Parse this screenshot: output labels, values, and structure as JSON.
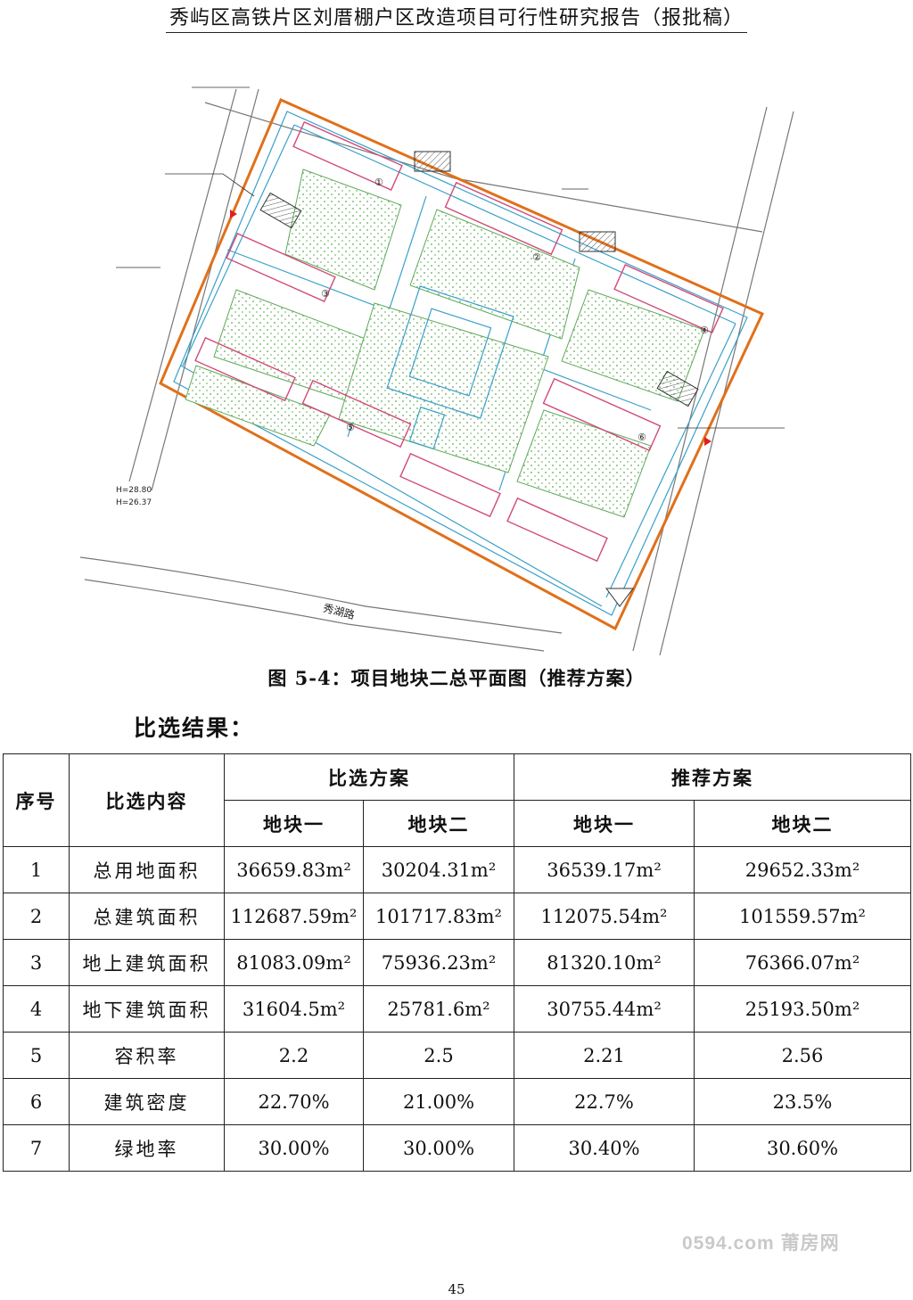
{
  "header": {
    "title": "秀屿区高铁片区刘厝棚户区改造项目可行性研究报告（报批稿）"
  },
  "figure": {
    "caption": "图 5-4：项目地块二总平面图（推荐方案）",
    "labels": {
      "road": "秀湖路",
      "elev_1": "H=28.80",
      "elev_2": "H=26.37",
      "bldg_1": "①",
      "bldg_2": "②",
      "bldg_3": "③",
      "bldg_4": "④",
      "bldg_5": "⑤",
      "bldg_6": "⑥"
    },
    "colors": {
      "red_line": "#e0701a",
      "green_space": "#5fa85a",
      "buildings": "#d14a7a",
      "roads": "#39a0c8"
    }
  },
  "section_title": "比选结果：",
  "table": {
    "col_seq": "序号",
    "col_item": "比选内容",
    "group_compare": "比选方案",
    "group_recommend": "推荐方案",
    "sub_1": "地块一",
    "sub_2": "地块二",
    "sub_3": "地块一",
    "sub_4": "地块二",
    "rows": [
      {
        "no": "1",
        "item": "总用地面积",
        "a": "36659.83m²",
        "b": "30204.31m²",
        "c": "36539.17m²",
        "d": "29652.33m²"
      },
      {
        "no": "2",
        "item": "总建筑面积",
        "a": "112687.59m²",
        "b": "101717.83m²",
        "c": "112075.54m²",
        "d": "101559.57m²"
      },
      {
        "no": "3",
        "item": "地上建筑面积",
        "a": "81083.09m²",
        "b": "75936.23m²",
        "c": "81320.10m²",
        "d": "76366.07m²"
      },
      {
        "no": "4",
        "item": "地下建筑面积",
        "a": "31604.5m²",
        "b": "25781.6m²",
        "c": "30755.44m²",
        "d": "25193.50m²"
      },
      {
        "no": "5",
        "item": "容积率",
        "a": "2.2",
        "b": "2.5",
        "c": "2.21",
        "d": "2.56"
      },
      {
        "no": "6",
        "item": "建筑密度",
        "a": "22.70%",
        "b": "21.00%",
        "c": "22.7%",
        "d": "23.5%"
      },
      {
        "no": "7",
        "item": "绿地率",
        "a": "30.00%",
        "b": "30.00%",
        "c": "30.40%",
        "d": "30.60%"
      }
    ]
  },
  "watermark": "0594.com 莆房网",
  "page_number": "45"
}
